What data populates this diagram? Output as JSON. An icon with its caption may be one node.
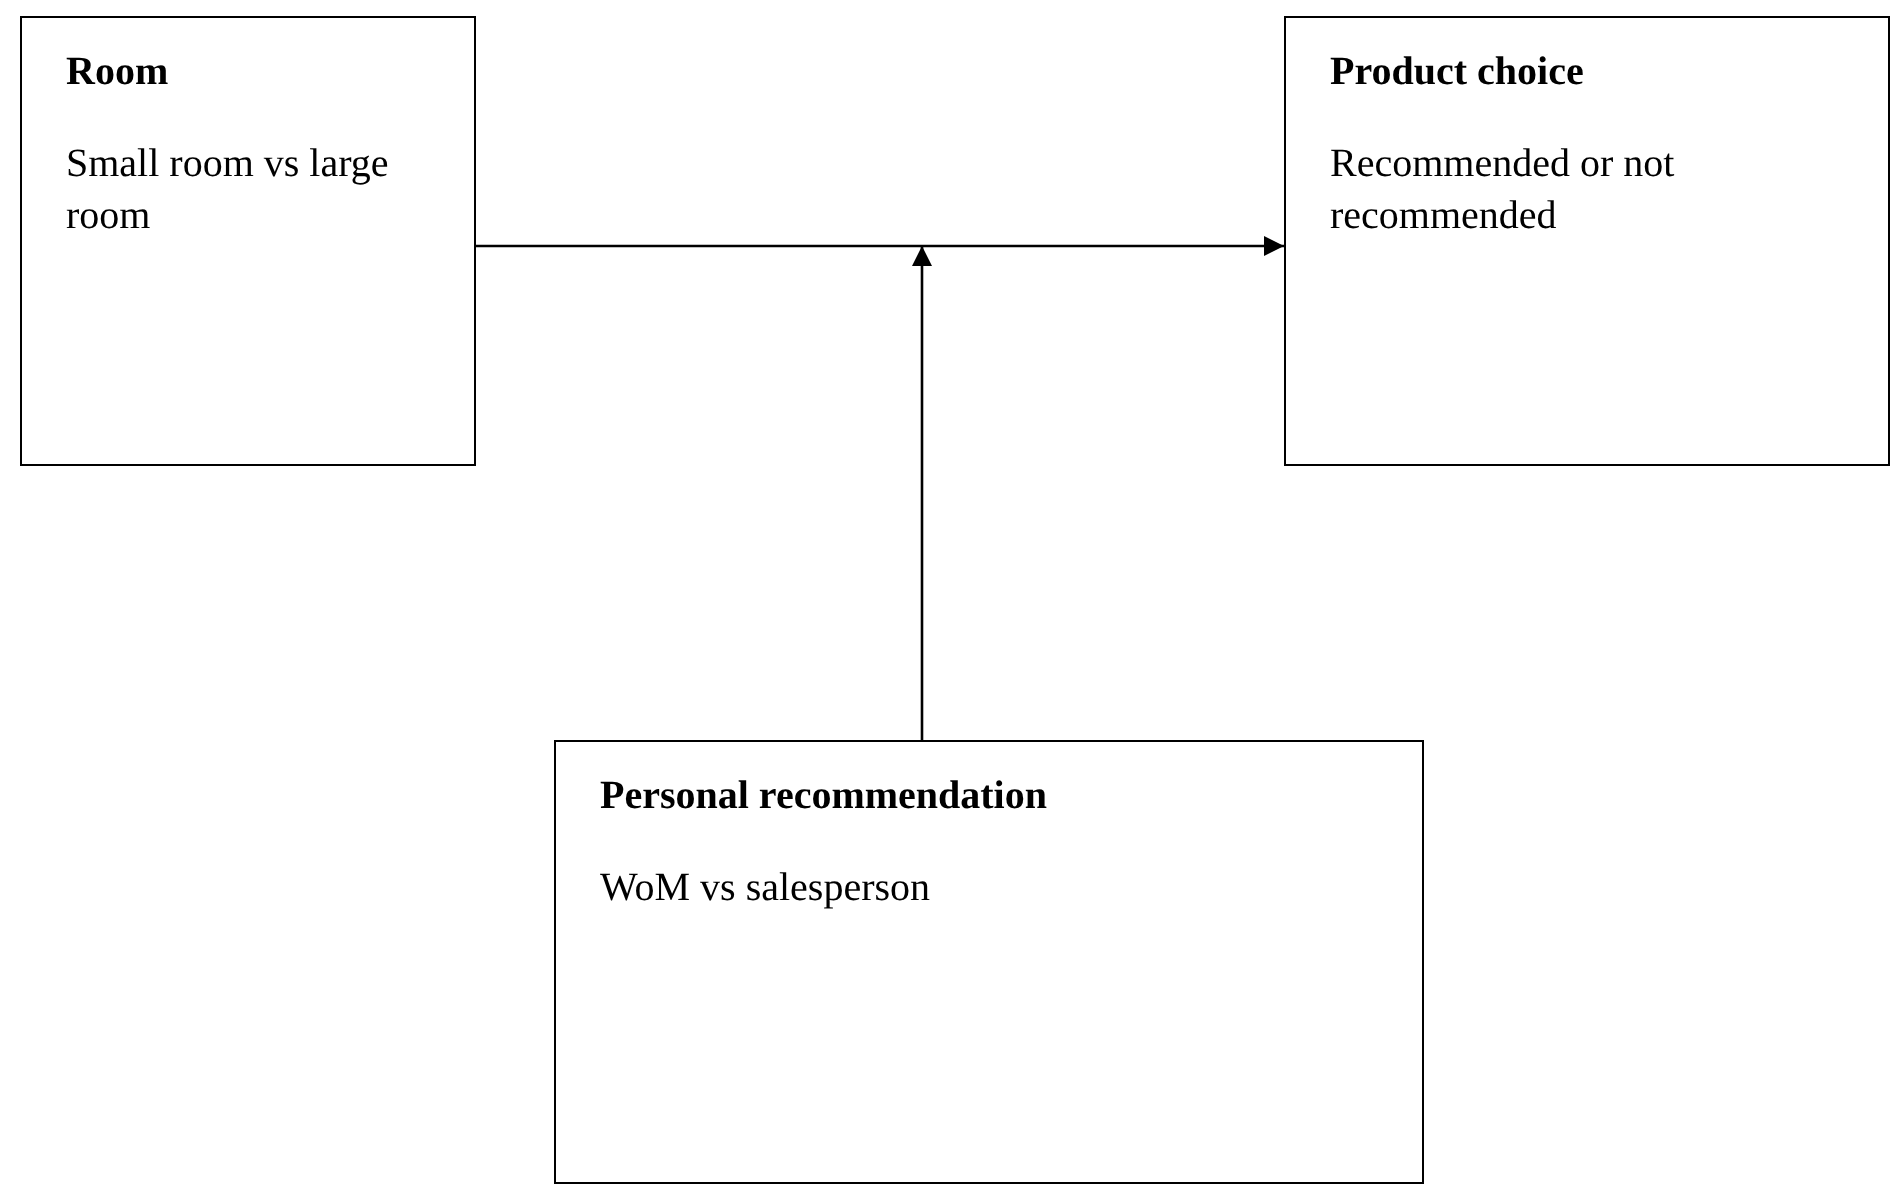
{
  "diagram": {
    "nodes": [
      {
        "text": [
          "Room",
          "Small room vs large room"
        ]
      },
      {
        "text": [
          "Product choice",
          "Recommended or not recommended"
        ]
      },
      {
        "text": [
          "Personal recommendation",
          "WoM vs salesperson"
        ]
      }
    ],
    "edges": [
      {
        "from": 0,
        "to": 1,
        "arrow": "to"
      },
      {
        "from": 2,
        "to": null,
        "arrow": "to"
      }
    ]
  }
}
